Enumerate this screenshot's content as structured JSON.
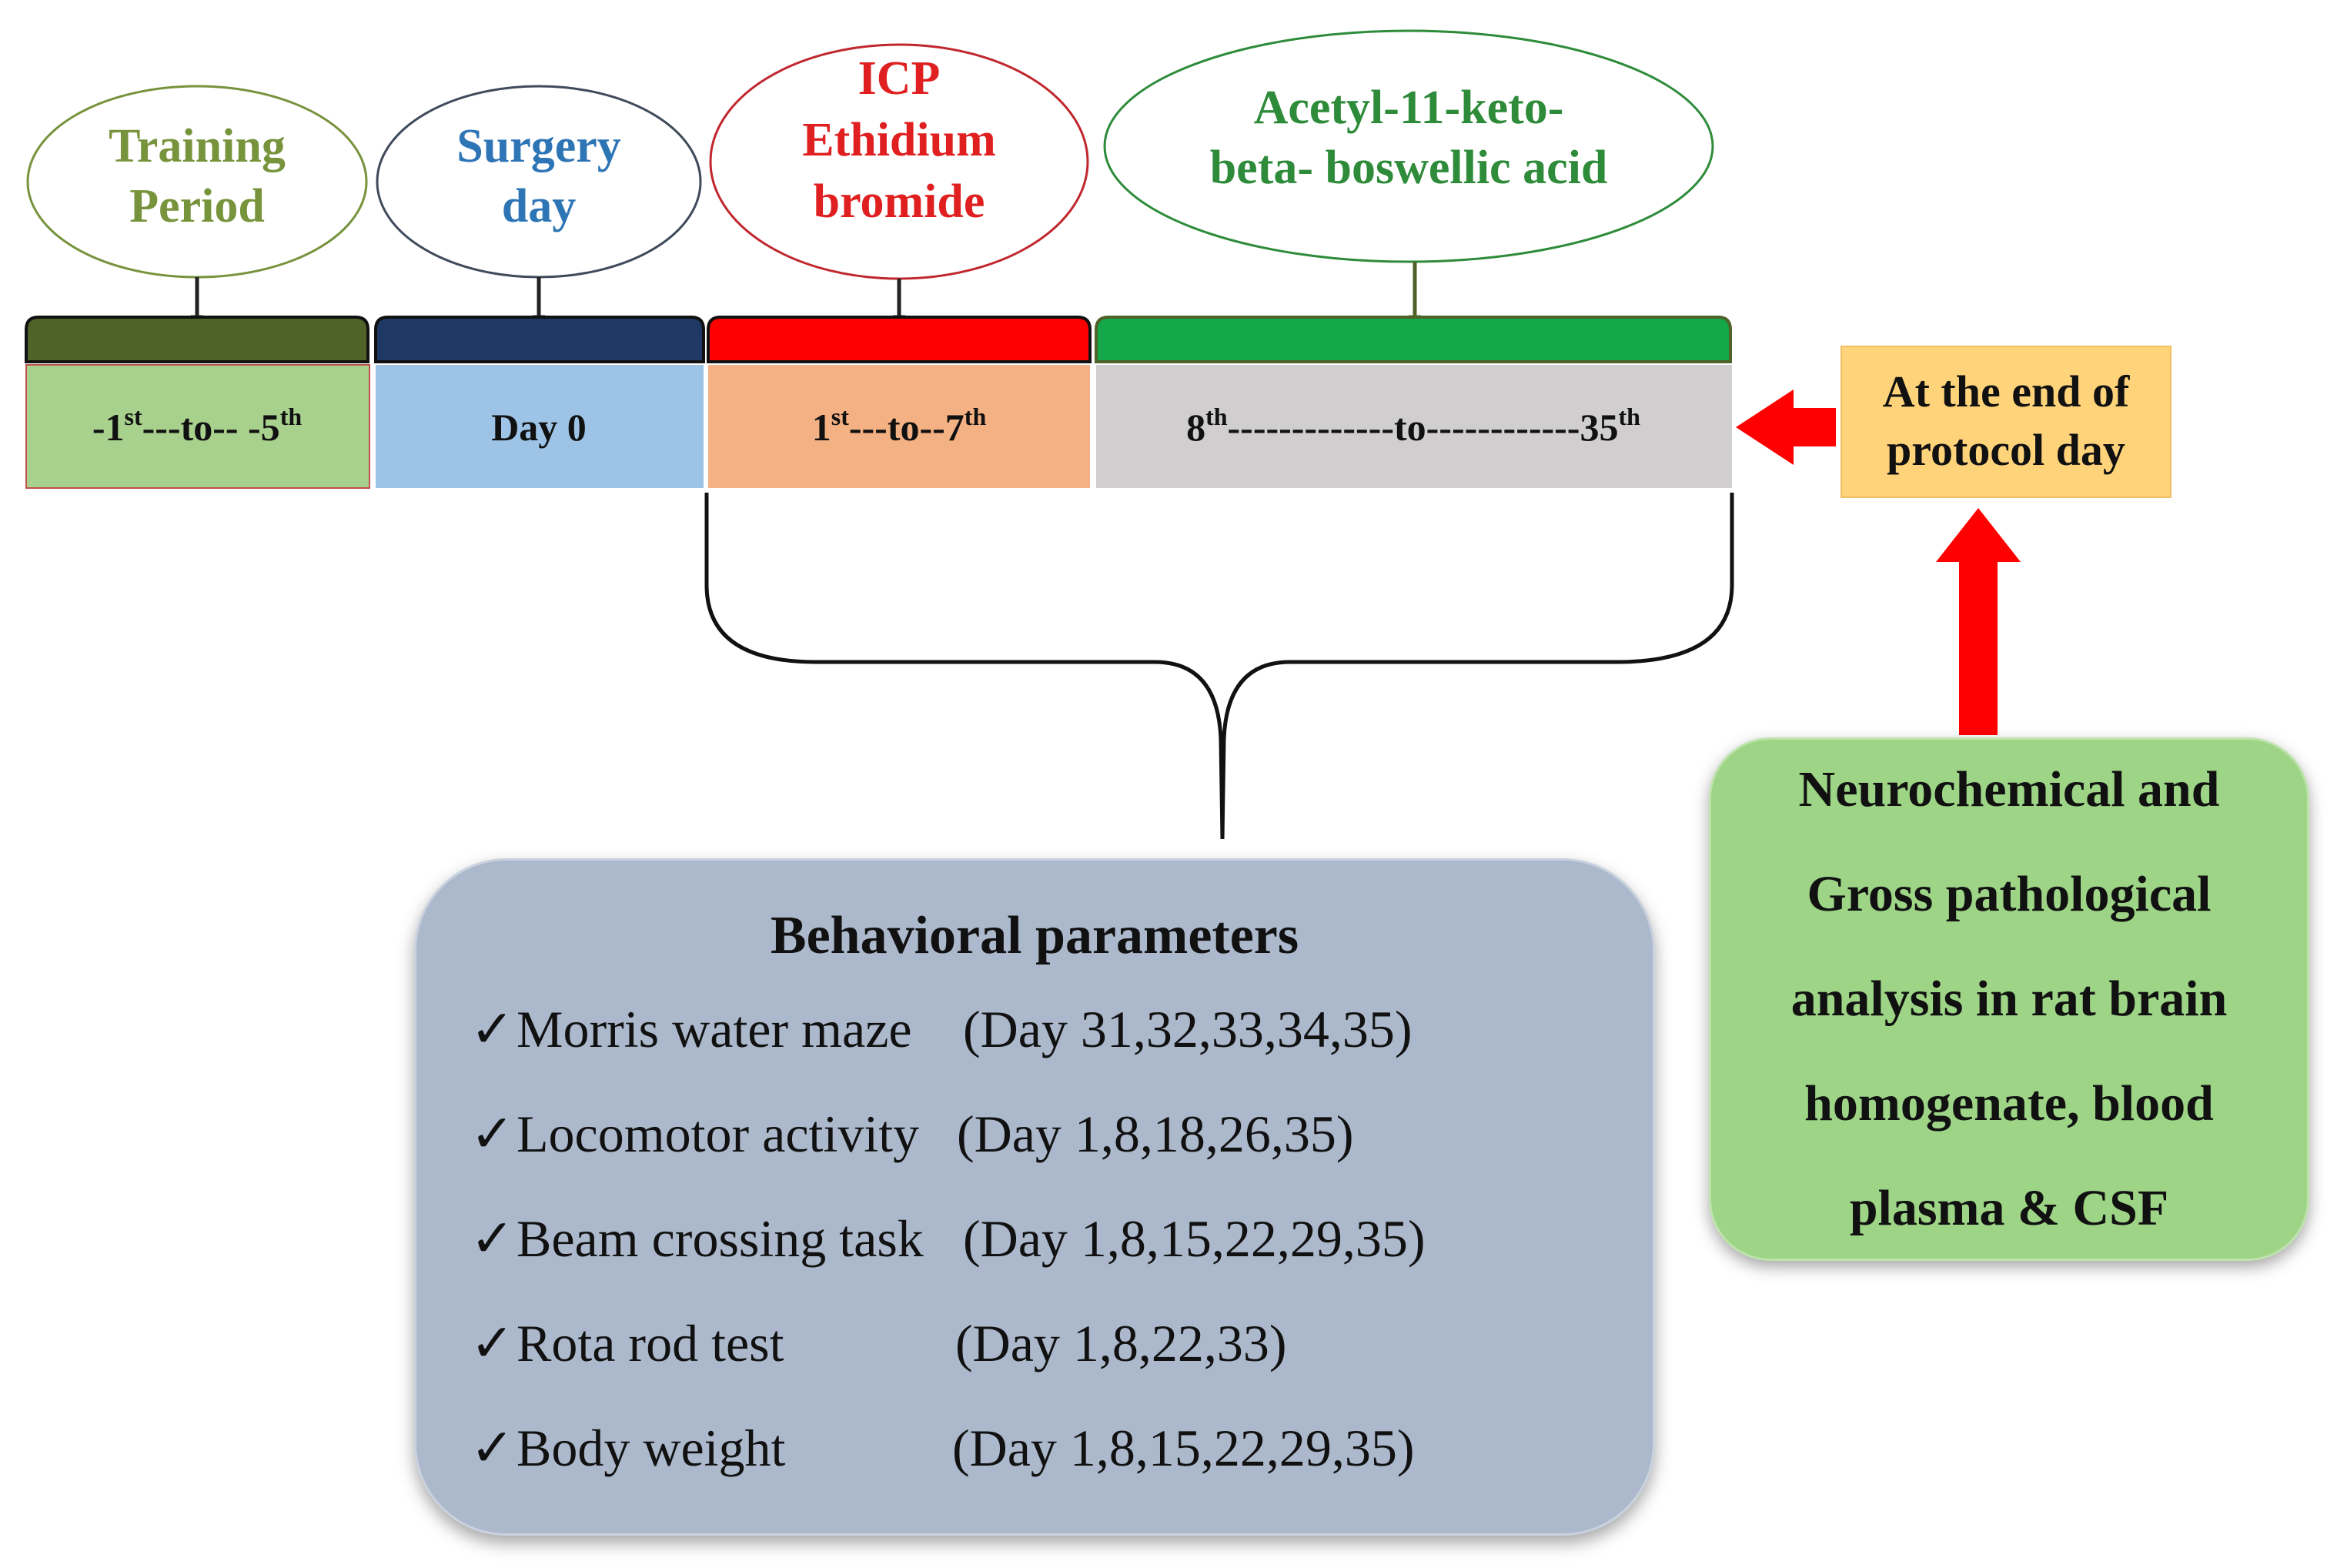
{
  "phases": [
    {
      "oval_lines": [
        "Training",
        "Period"
      ],
      "oval_color": "#77933c",
      "bar_color": "#4f6228",
      "box_color": "#a9d18e",
      "range": {
        "pre": "-1",
        "pre_sup": "st",
        "mid": "---to-- -5",
        "post_sup": "th"
      }
    },
    {
      "oval_lines": [
        "Surgery",
        "day"
      ],
      "oval_color": "#2e75b6",
      "bar_color": "#1f3864",
      "box_color": "#9dc3e6",
      "range_plain": "Day 0"
    },
    {
      "oval_lines": [
        "ICP",
        "Ethidium",
        "bromide"
      ],
      "oval_color": "#e02020",
      "bar_color": "#ff0000",
      "box_color": "#f4b183",
      "range": {
        "pre": "1",
        "pre_sup": "st",
        "mid": "---to--7",
        "post_sup": "th"
      }
    },
    {
      "oval_lines": [
        "Acetyl-11-keto-",
        "beta- boswellic acid"
      ],
      "oval_color": "#2e8b3a",
      "bar_color": "#14a84a",
      "box_color": "#d0cece",
      "range": {
        "pre": "8",
        "pre_sup": "th",
        "mid": "-------------to------------35",
        "post_sup": "th"
      }
    }
  ],
  "end_box": {
    "lines": [
      "At the end of",
      "protocol day"
    ],
    "color": "#ffd37a"
  },
  "arrow_color": "#ff0000",
  "behavior": {
    "title": "Behavioral parameters",
    "check": "✓",
    "items": [
      {
        "label": "Morris water maze",
        "days": "(Day 31,32,33,34,35)"
      },
      {
        "label": "Locomotor activity",
        "days": "(Day 1,8,18,26,35)"
      },
      {
        "label": "Beam crossing task",
        "days": "(Day 1,8,15,22,29,35)"
      },
      {
        "label": "Rota rod test",
        "days": "(Day 1,8,22,33)"
      },
      {
        "label": "Body weight",
        "days": "(Day 1,8,15,22,29,35)"
      }
    ]
  },
  "analysis": {
    "lines": [
      "Neurochemical and",
      "Gross pathological",
      "analysis in rat brain",
      "homogenate, blood",
      "plasma & CSF"
    ]
  }
}
